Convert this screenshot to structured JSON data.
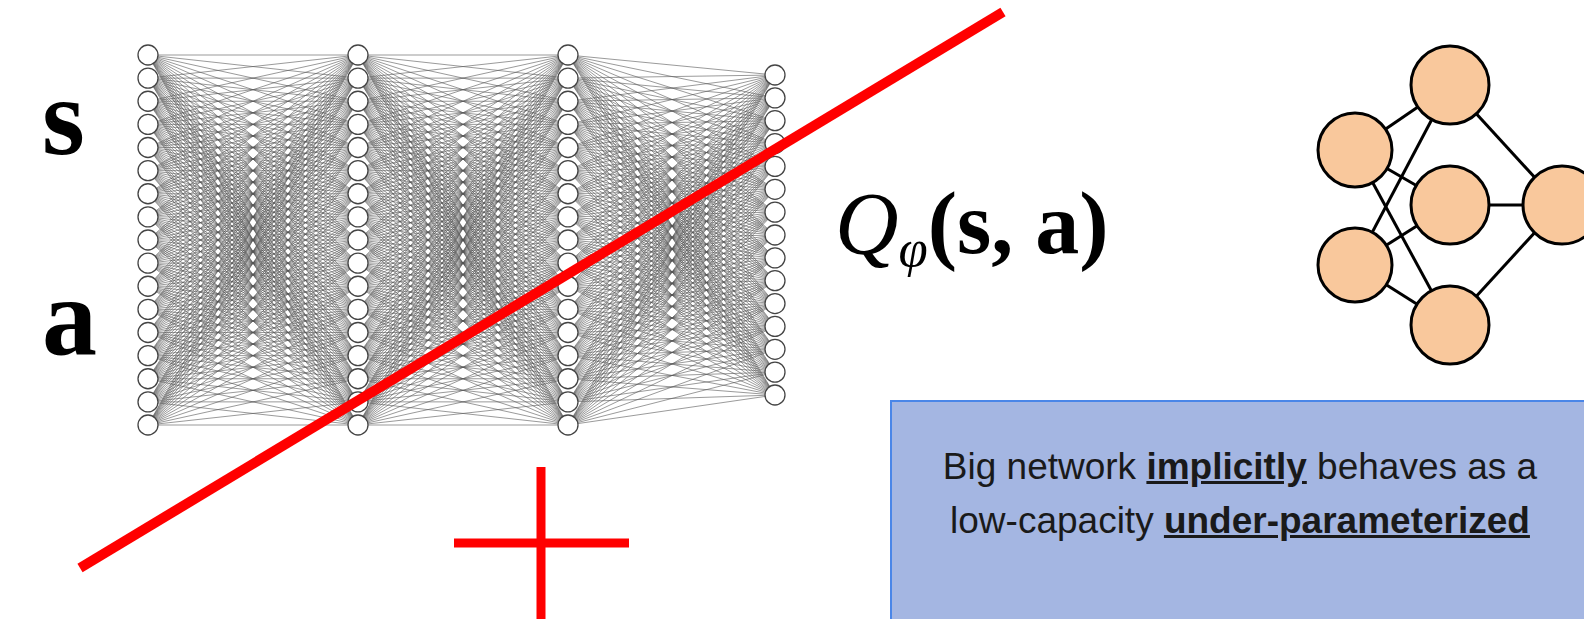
{
  "diagram": {
    "nodes": [
      {
        "text": [
          "Big network implicitly behaves as a low-capacity under-parameterized"
        ]
      }
    ],
    "labels": [
      "s",
      "a",
      "Qφ(s, a)"
    ]
  }
}
